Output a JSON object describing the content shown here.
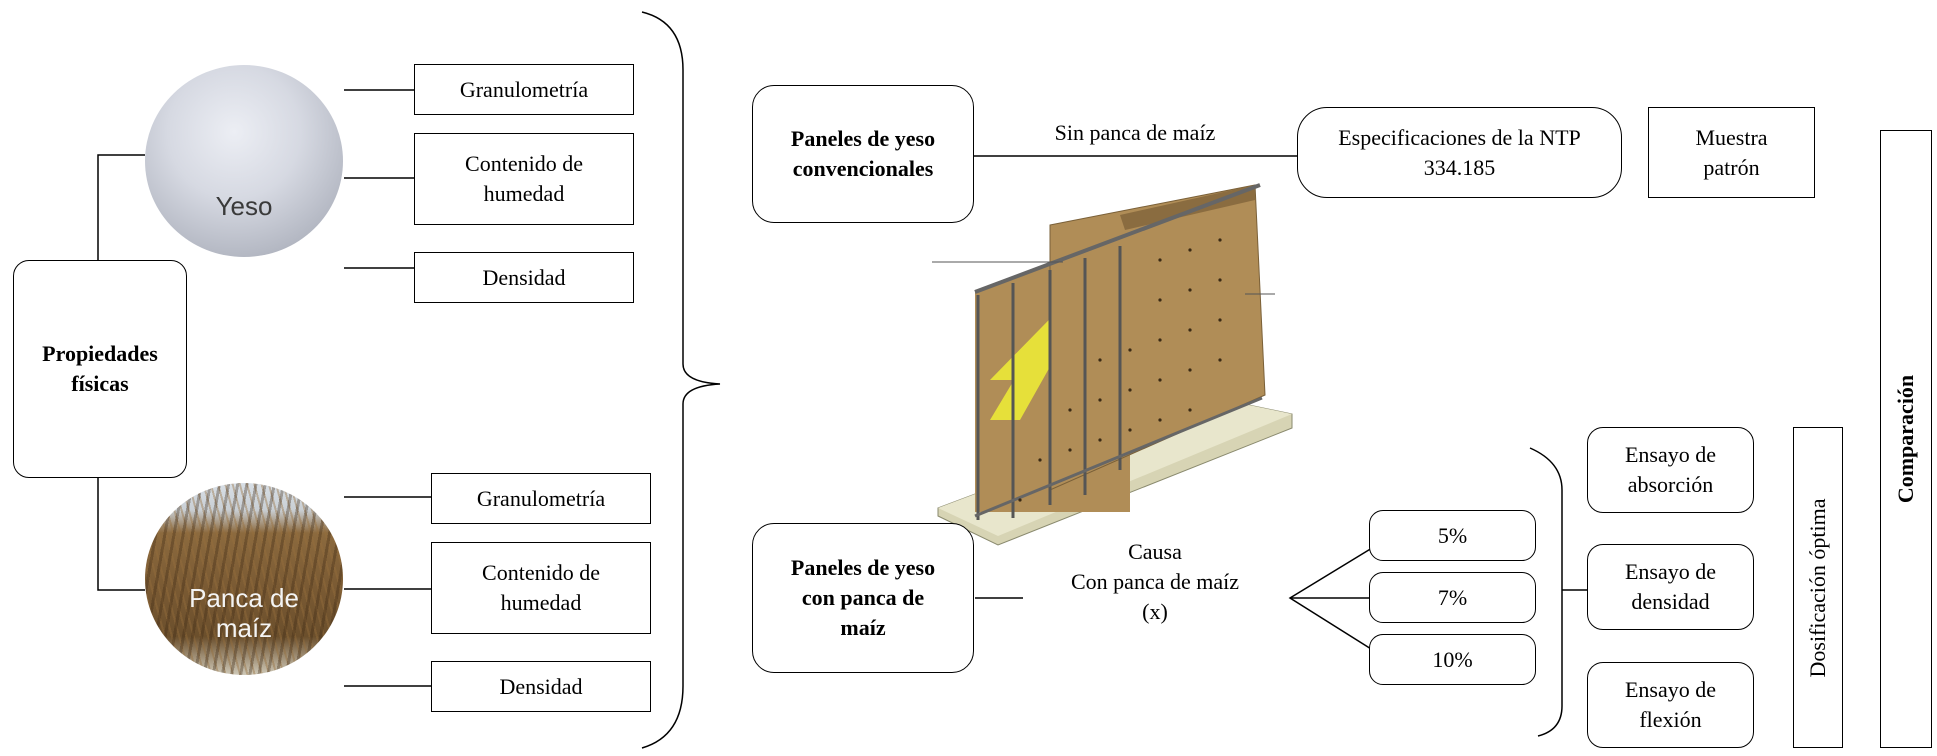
{
  "left": {
    "center_label": "Propiedades físicas",
    "yeso": {
      "image_label": "Yeso",
      "items": [
        "Granulometría",
        "Contenido de humedad",
        "Densidad"
      ]
    },
    "panca": {
      "image_label": "Panca de maíz",
      "items": [
        "Granulometría",
        "Contenido de humedad",
        "Densidad"
      ]
    }
  },
  "right": {
    "conventional_panel": "Paneles de yeso convencionales",
    "without_label": "Sin panca de maíz",
    "spec_box": "Especificaciones de la NTP 334.185",
    "sample_box": "Muestra patrón",
    "corn_panel": "Paneles de yeso con panca de maíz",
    "cause_label": "Causa",
    "with_label": "Con panca de maíz",
    "variable_label": "(x)",
    "percentages": [
      "5%",
      "7%",
      "10%"
    ],
    "tests": [
      "Ensayo de absorción",
      "Ensayo de densidad",
      "Ensayo de flexión"
    ],
    "optimal_label": "Dosificación óptima",
    "comparison_label": "Comparación"
  },
  "colors": {
    "stroke": "#000000",
    "board": "#b08d57",
    "insulation": "#e6e03a",
    "base": "#d7d4b4"
  }
}
